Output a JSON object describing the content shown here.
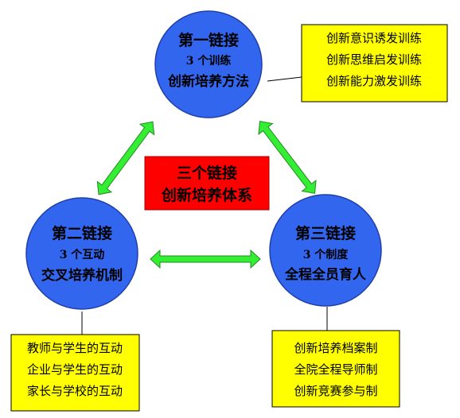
{
  "center": {
    "line1": "三个链接",
    "line2": "创新培养体系",
    "fill": "#ff0000"
  },
  "nodes": {
    "first": {
      "title": "第一链接",
      "subtitle": "3 个训练",
      "caption": "创新培养方法"
    },
    "second": {
      "title": "第二链接",
      "subtitle": "3 个互动",
      "caption": "交叉培养机制"
    },
    "third": {
      "title": "第三链接",
      "subtitle": "3 个制度",
      "caption": "全程全员育人"
    }
  },
  "boxes": {
    "first": {
      "items": [
        "创新意识诱发训练",
        "创新思维启发训练",
        "创新能力激发训练"
      ]
    },
    "second": {
      "items": [
        "教师与学生的互动",
        "企业与学生的互动",
        "家长与学校的互动"
      ]
    },
    "third": {
      "items": [
        "创新培养档案制",
        "全院全程导师制",
        "创新竞赛参与制"
      ]
    }
  },
  "colors": {
    "circle_fill": "#3366ee",
    "circle_stroke": "#1f3faa",
    "box_fill": "#ffff00",
    "arrow_fill": "#33ee33",
    "arrow_stroke": "#228b22"
  }
}
